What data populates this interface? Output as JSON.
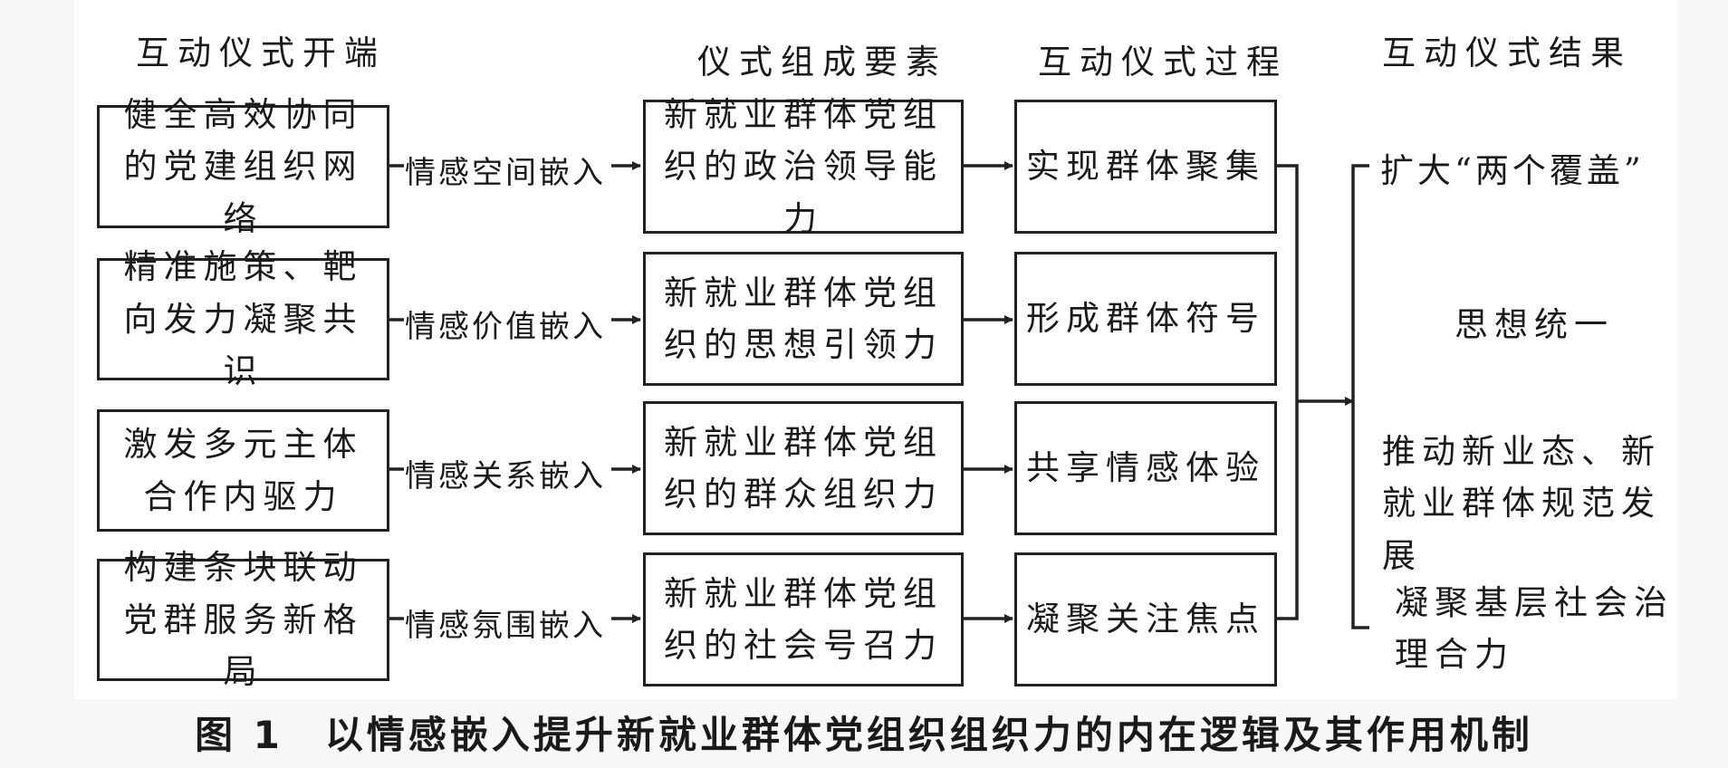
{
  "headers": {
    "start": "互动仪式开端",
    "elements": "仪式组成要素",
    "process": "互动仪式过程",
    "result": "互动仪式结果"
  },
  "rows": [
    {
      "start": "健全高效协同的党建组织网络",
      "embed": "情感空间嵌入",
      "element": "新就业群体党组织的政治领导能力",
      "process": "实现群体聚集"
    },
    {
      "start": "精准施策、靶向发力凝聚共识",
      "embed": "情感价值嵌入",
      "element": "新就业群体党组织的思想引领力",
      "process": "形成群体符号"
    },
    {
      "start": "激发多元主体合作内驱力",
      "embed": "情感关系嵌入",
      "element": "新就业群体党组织的群众组织力",
      "process": "共享情感体验"
    },
    {
      "start": "构建条块联动党群服务新格局",
      "embed": "情感氛围嵌入",
      "element": "新就业群体党组织的社会号召力",
      "process": "凝聚关注焦点"
    }
  ],
  "results": [
    "扩大“两个覆盖”",
    "思想统一",
    "推动新业态、新就业群体规范发展",
    "凝聚基层社会治理合力"
  ],
  "caption": "图 1　以情感嵌入提升新就业群体党组织组织力的内在逻辑及其作用机制"
}
